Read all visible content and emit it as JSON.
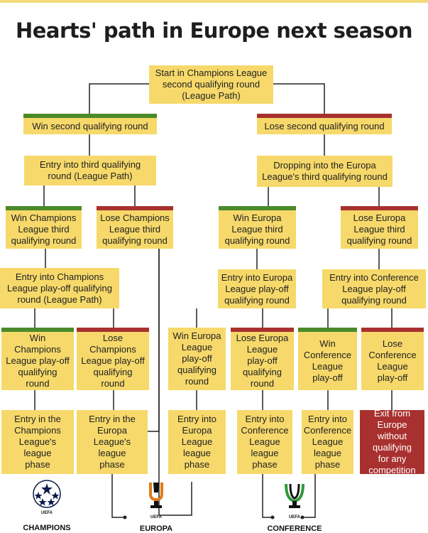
{
  "title": "Hearts' path in Europe next season",
  "nodes": {
    "start": "Start in Champions League\nsecond qualifying round\n(League Path)",
    "win_q2": "Win second qualifying round",
    "lose_q2": "Lose second qualifying round",
    "entry_q3_cl": "Entry into third qualifying\nround (League Path)",
    "drop_el_q3": "Dropping into the Europa\nLeague's third qualifying round",
    "win_cl_q3": "Win Champions\nLeague third\nqualifying round",
    "lose_cl_q3": "Lose Champions\nLeague third\nqualifying round",
    "win_el_q3": "Win Europa\nLeague third\nqualifying round",
    "lose_el_q3": "Lose Europa\nLeague third\nqualifying round",
    "entry_cl_po": "Entry into Champions\nLeague play-off qualifying\nround (League Path)",
    "entry_el_po": "Entry into Europa\nLeague play-off\nqualifying round",
    "entry_ecl_po": "Entry into Conference\nLeague play-off\nqualifying round",
    "win_cl_po": "Win\nChampions\nLeague play-off\nqualifying\nround",
    "lose_cl_po": "Lose\nChampions\nLeague play-off\nqualifying\nround",
    "win_el_po": "Win Europa\nLeague\nplay-off\nqualifying\nround",
    "lose_el_po": "Lose Europa\nLeague\nplay-off\nqualifying\nround",
    "win_ecl_po": "Win\nConference\nLeague\nplay-off",
    "lose_ecl_po": "Lose\nConference\nLeague\nplay-off",
    "cl_phase": "Entry in the\nChampions\nLeague's\nleague\nphase",
    "el_phase_a": "Entry in the\nEuropa\nLeague's\nleague\nphase",
    "el_phase_b": "Entry into\nEuropa\nLeague\nleague\nphase",
    "ecl_phase_a": "Entry into\nConference\nLeague\nleague\nphase",
    "ecl_phase_b": "Entry into\nConference\nLeague\nleague\nphase",
    "exit": "Exit from\nEurope without\nqualifying\nfor any\ncompetition"
  },
  "logos": {
    "champions_league": {
      "uefa": "UEFA",
      "name": "CHAMPIONS",
      "icon": "starball-icon"
    },
    "europa_league": {
      "uefa": "UEFA",
      "name": "EUROPA",
      "icon": "europa-trophy-icon"
    },
    "conference_league": {
      "uefa": "UEFA",
      "name": "CONFERENCE",
      "icon": "conference-trophy-icon"
    }
  },
  "colors": {
    "box": "#f6d96a",
    "win": "#4a8a2a",
    "lose": "#a8312f",
    "exit": "#a8312f",
    "line": "#222222"
  }
}
